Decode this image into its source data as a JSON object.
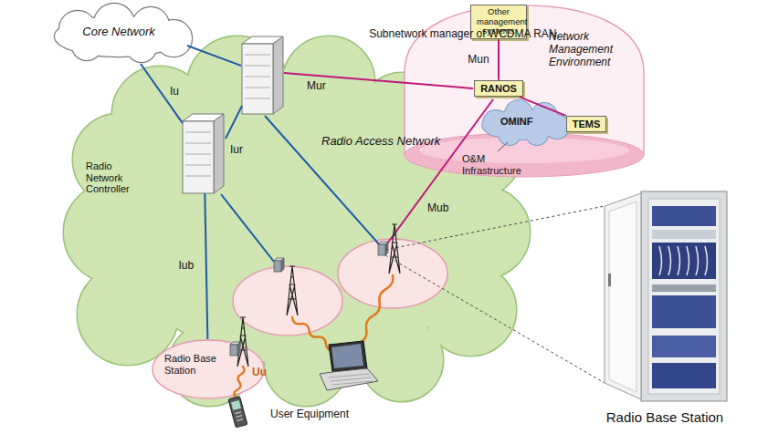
{
  "diagram": {
    "nodes": [
      {
        "text": [
          "Core Network"
        ]
      },
      {
        "text": [
          "Radio Access Network"
        ]
      },
      {
        "text": [
          "Radio Network Controller"
        ],
        "in": 1
      },
      {
        "text": [
          "Radio Base Station"
        ],
        "in": 1
      },
      {
        "text": [
          "Network Management Environment"
        ]
      },
      {
        "text": [
          "Other management systems"
        ],
        "in": 4
      },
      {
        "text": [
          "Subnetwork manager of WCDMA RAN",
          "RANOS"
        ],
        "in": 4
      },
      {
        "text": [
          "OMINF",
          "O&M Infrastructure"
        ],
        "in": 4
      },
      {
        "text": [
          "TEMS"
        ],
        "in": 4
      }
    ],
    "edges": [
      {
        "from": 0,
        "to": 2,
        "arrow": "none",
        "label": "Iu"
      },
      {
        "from": 2,
        "to": 3,
        "arrow": "none",
        "label": "Iub"
      },
      {
        "from": 5,
        "to": 6,
        "arrow": "none",
        "label": "Mun"
      },
      {
        "from": 6,
        "to": 8,
        "arrow": "none"
      }
    ],
    "labels": [
      "Iur",
      "Mur",
      "Mub",
      "Uu",
      "User Equipment",
      "Radio Base Station"
    ]
  }
}
